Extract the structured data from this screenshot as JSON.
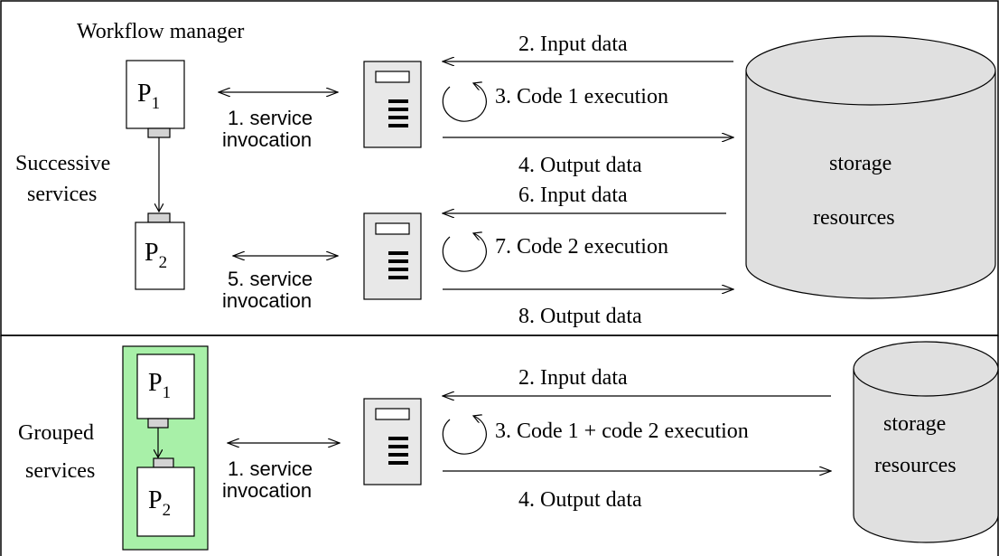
{
  "title": "Workflow manager",
  "top_panel": {
    "label_line1": "Successive",
    "label_line2": "services",
    "p1": {
      "letter": "P",
      "sub": "1"
    },
    "p2": {
      "letter": "P",
      "sub": "2"
    },
    "invocation1": {
      "line1": "1. service",
      "line2": "invocation"
    },
    "invocation2": {
      "line1": "5. service",
      "line2": "invocation"
    },
    "input1": "2. Input data",
    "exec1": "3. Code 1 execution",
    "output1": "4. Output data",
    "input2": "6. Input data",
    "exec2": "7. Code 2 execution",
    "output2": "8. Output data",
    "storage_line1": "storage",
    "storage_line2": "resources"
  },
  "bottom_panel": {
    "label_line1": "Grouped",
    "label_line2": "services",
    "p1": {
      "letter": "P",
      "sub": "1"
    },
    "p2": {
      "letter": "P",
      "sub": "2"
    },
    "invocation": {
      "line1": "1. service",
      "line2": "invocation"
    },
    "input": "2. Input data",
    "exec": "3. Code 1 + code 2 execution",
    "output": "4. Output data",
    "storage_line1": "storage",
    "storage_line2": "resources"
  },
  "colors": {
    "group_fill": "#a8f0a8",
    "storage_fill": "#e0e0e0",
    "server_fill": "#e8e8e8",
    "connector_fill": "#d3d3d3"
  }
}
